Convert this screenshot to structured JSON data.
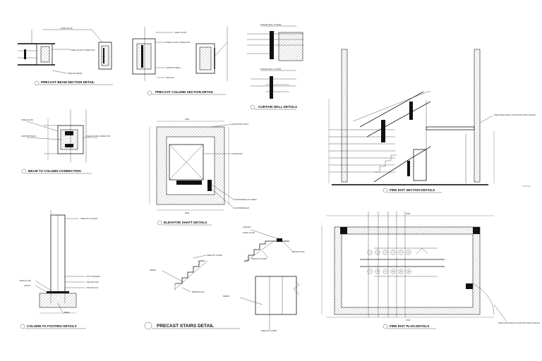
{
  "titles": {
    "beam": "PRECAST BEAM SECTION DETAIL",
    "column": "PRECAST COLUMN SECTION DETAIL",
    "curtain": "CURTAIN WALL DETAILS",
    "b2c": "BEAM TO COLUMN CONNECTION",
    "elevator": "ELEVATOR SHAFT DETAILS",
    "footing": "COLUMN TO FOOTING DETAILS",
    "stairs": "PRECAST STAIRS DETAIL",
    "fire_section": "FIRE EXIT SECTION DETAILS",
    "fire_plan": "FIRE EXIT PLAN DETAILS"
  },
  "notes": {
    "steel_plate": "STEEL PLATE",
    "steel_plate_connector": "STEEL PLATE CONNECTOR",
    "precast_beam": "PRECAST BEAM",
    "steel_plate_2": "STEEL PLATE",
    "column_connector": "STEEL PLATE CONNECTOR",
    "support_beam": "SUPPORT BEAM",
    "anchor": "ANCHOR",
    "curtain_top": "CURTAIN WALL SYSTEM",
    "curtain_bottom": "CURTAIN WALL SYSTEM",
    "elevator_shaft": "ELEVATOR SHAFT",
    "elevator": "ELEVATOR",
    "counterweight_guide": "COUNTERWEIGHT GUIDES",
    "counterweight": "COUNTERWEIGHT",
    "precast_column": "PRECAST COLUMN",
    "nut_washer": "NUT & WASHER",
    "anchor_rod": "ANCHOR ROD",
    "anchor_nut": "ANCHOR NUT",
    "base_plate": "BASE PLATE",
    "grout": "GROUT",
    "rebar": "REBAR",
    "precast_stairs": "PRECAST STAIRS",
    "bearing_pad": "BEARING PAD",
    "fire_rated_section": "FIRE RATED METAL DOOR WITH PANIC DEVICE",
    "fire_rated_plan": "FIRE RATED METAL DOOR WITH PANIC DEVICE"
  },
  "dims": {
    "elev_top": "2000",
    "elev_bottom": "2000",
    "plan_top": "5750",
    "plan_bottom": "5750"
  },
  "stair_steps": [
    "1",
    "2",
    "3",
    "4",
    "5",
    "6",
    "7",
    "8",
    "9",
    "10",
    "11",
    "12"
  ],
  "colors": {
    "ink": "#111111",
    "paper": "#ffffff"
  }
}
